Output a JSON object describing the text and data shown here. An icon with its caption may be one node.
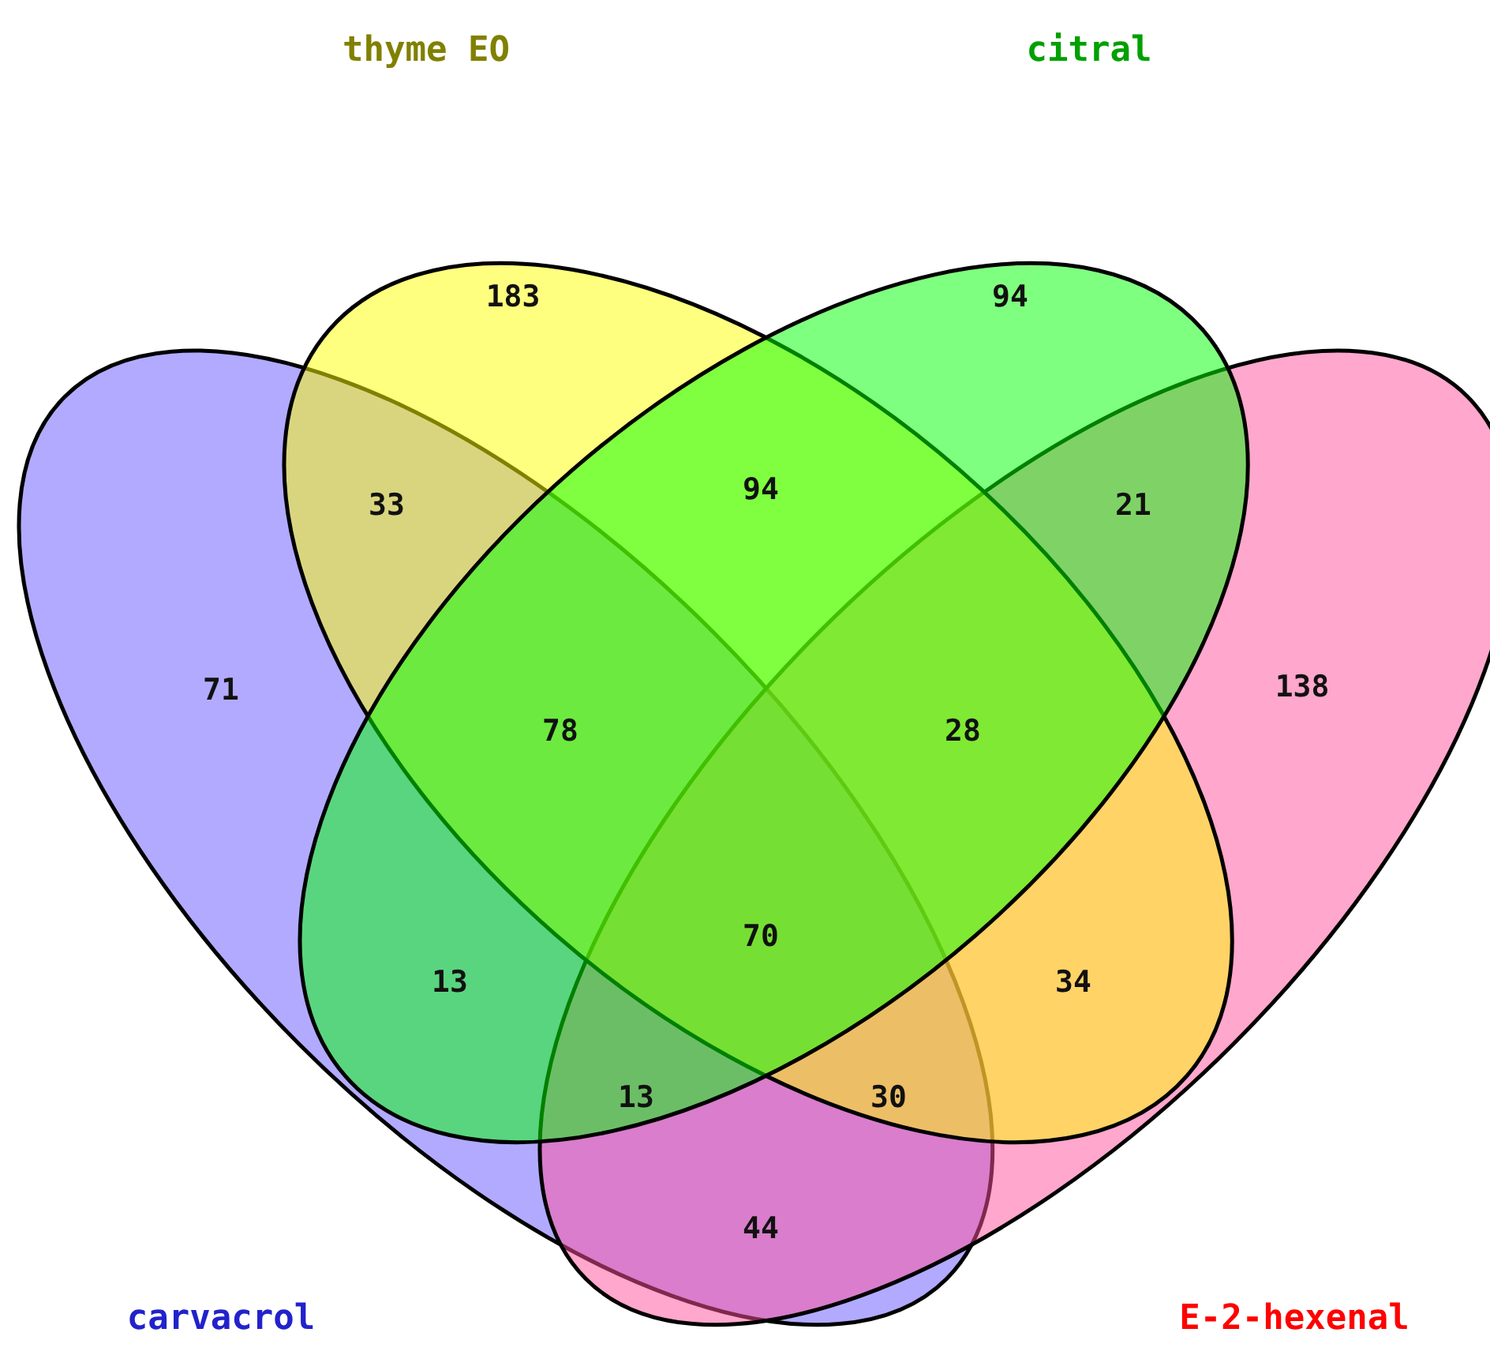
{
  "diagram": {
    "nodes": [
      {
        "text": [],
        "shape": "ellipse"
      },
      {
        "text": [],
        "shape": "ellipse"
      },
      {
        "text": [
          "carvacrol"
        ]
      },
      {
        "text": [
          "E-2-hexenal"
        ]
      }
    ],
    "labels": [
      "thyme EO",
      "citral",
      "183",
      "94",
      "33",
      "94",
      "21",
      "71",
      "78",
      "28",
      "138",
      "70",
      "13",
      "34",
      "13",
      "30",
      "44"
    ]
  }
}
